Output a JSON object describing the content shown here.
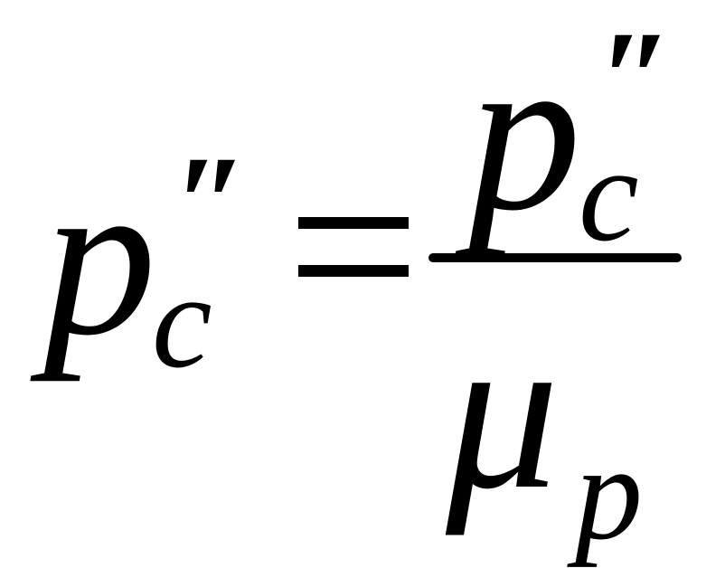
{
  "formula": {
    "lhs": {
      "base": "p",
      "subscript": "c",
      "prime": "″"
    },
    "operator": "=",
    "rhs": {
      "numerator": {
        "base": "p",
        "subscript": "c",
        "prime": "″"
      },
      "denominator": {
        "base": "μ",
        "subscript": "p"
      }
    }
  }
}
